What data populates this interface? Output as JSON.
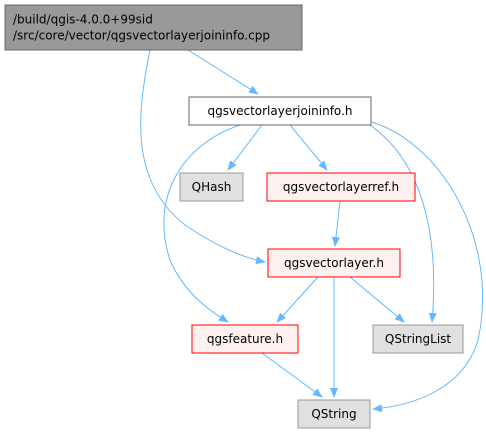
{
  "diagram": {
    "nodes": [
      {
        "id": "root",
        "lines": [
          "/build/qgis-4.0.0+99sid",
          "/src/core/vector/qgsvectorlayerjoininfo.cpp"
        ],
        "style": "root"
      },
      {
        "id": "joininfo_h",
        "lines": [
          "qgsvectorlayerjoininfo.h"
        ],
        "style": "normal"
      },
      {
        "id": "qhash",
        "lines": [
          "QHash"
        ],
        "style": "external"
      },
      {
        "id": "layerref_h",
        "lines": [
          "qgsvectorlayerref.h"
        ],
        "style": "missing"
      },
      {
        "id": "vectorlayer_h",
        "lines": [
          "qgsvectorlayer.h"
        ],
        "style": "missing"
      },
      {
        "id": "feature_h",
        "lines": [
          "qgsfeature.h"
        ],
        "style": "missing"
      },
      {
        "id": "qstringlist",
        "lines": [
          "QStringList"
        ],
        "style": "external"
      },
      {
        "id": "qstring",
        "lines": [
          "QString"
        ],
        "style": "external"
      }
    ],
    "edges": [
      {
        "from": "root",
        "to": "joininfo_h"
      },
      {
        "from": "root",
        "to": "vectorlayer_h"
      },
      {
        "from": "joininfo_h",
        "to": "qhash"
      },
      {
        "from": "joininfo_h",
        "to": "layerref_h"
      },
      {
        "from": "joininfo_h",
        "to": "feature_h"
      },
      {
        "from": "joininfo_h",
        "to": "qstringlist"
      },
      {
        "from": "joininfo_h",
        "to": "qstring"
      },
      {
        "from": "layerref_h",
        "to": "vectorlayer_h"
      },
      {
        "from": "vectorlayer_h",
        "to": "feature_h"
      },
      {
        "from": "vectorlayer_h",
        "to": "qstringlist"
      },
      {
        "from": "vectorlayer_h",
        "to": "qstring"
      },
      {
        "from": "feature_h",
        "to": "qstring"
      }
    ],
    "colors": {
      "edge": "#63b8ff",
      "root_fill": "#999999",
      "root_stroke": "#666666",
      "normal_fill": "#ffffff",
      "normal_stroke": "#666666",
      "missing_fill": "#fff0f0",
      "missing_stroke": "#ff0000",
      "external_fill": "#e0e0e0",
      "external_stroke": "#999999"
    }
  }
}
